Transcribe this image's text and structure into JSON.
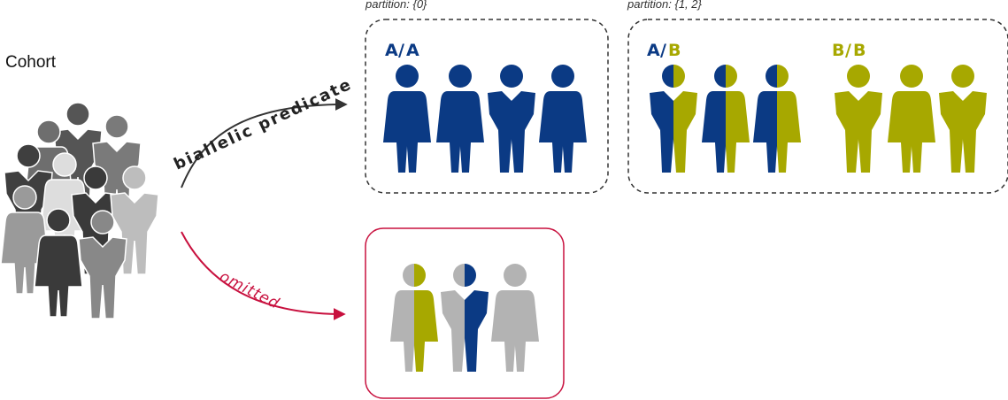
{
  "cohort": {
    "title": "Cohort"
  },
  "edges": {
    "biallelic": {
      "label": "biallelic predicate"
    },
    "omitted": {
      "label": "omitted"
    }
  },
  "partitions": [
    {
      "caption": "partition: {0}",
      "groups": [
        {
          "genotype": [
            "A",
            "A"
          ]
        }
      ]
    },
    {
      "caption": "partition: {1, 2}",
      "groups": [
        {
          "genotype": [
            "A",
            "B"
          ]
        },
        {
          "genotype": [
            "B",
            "B"
          ]
        }
      ]
    }
  ],
  "colors": {
    "allele_A": "#0b3a84",
    "allele_B": "#a7a800",
    "missing": "#b3b3b3",
    "omitted_accent": "#c8103e",
    "edge_main": "#333333",
    "box_dashed": "#333333"
  },
  "icons": {
    "person-male": "male-figure-icon",
    "person-female": "female-figure-icon"
  }
}
